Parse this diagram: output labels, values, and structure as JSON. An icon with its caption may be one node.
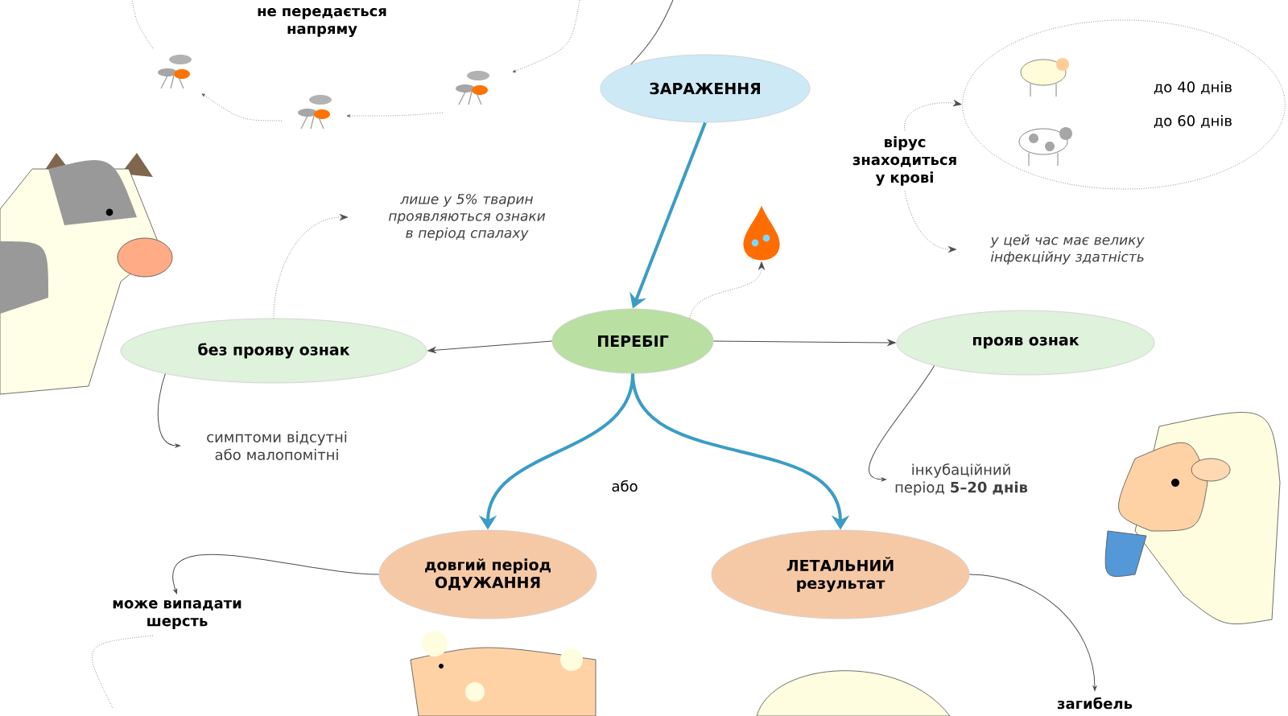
{
  "diagram": {
    "nodes": [
      {
        "text": [
          "ЗАРАЖЕННЯ"
        ]
      },
      {
        "text": [
          "ПЕРЕБІГ"
        ]
      },
      {
        "text": [
          "без прояву ознак"
        ]
      },
      {
        "text": [
          "прояв ознак"
        ]
      },
      {
        "text": [
          "довгий період ОДУЖАННЯ"
        ]
      },
      {
        "text": [
          "ЛЕТАЛЬНИЙ результат"
        ]
      },
      {
        "text": [
          "лише у 5% тварин проявляються ознаки в період спалаху"
        ]
      },
      {
        "text": [
          "симптоми відсутні або малопомітні"
        ]
      },
      {
        "text": [],
        "shape": "picture"
      },
      {
        "text": [
          "вірус знаходиться у крові"
        ]
      },
      {
        "text": [
          "до 40 днів",
          "до 60 днів"
        ]
      },
      {
        "text": [
          "у цей час має велику інфекційну здатність"
        ]
      },
      {
        "text": [
          "інкубаційний період **5–20 днів**"
        ]
      },
      {
        "text": [
          "може випадати шерсть"
        ]
      },
      {
        "text": [
          "загибель"
        ]
      }
    ],
    "edges": [
      {
        "from": null,
        "to": 0,
        "arrow": "none"
      },
      {
        "from": 0,
        "to": 1,
        "arrow": "to",
        "style": "thick",
        "color": "#3b9cc6"
      },
      {
        "from": 1,
        "to": 2,
        "arrow": "to"
      },
      {
        "from": 1,
        "to": 3,
        "arrow": "to"
      },
      {
        "from": 1,
        "to": 4,
        "arrow": "to",
        "style": "thick",
        "color": "#3b9cc6"
      },
      {
        "from": 1,
        "to": 5,
        "arrow": "to",
        "style": "thick",
        "color": "#3b9cc6"
      },
      {
        "from": 2,
        "to": 6,
        "arrow": "to",
        "style": "dashed"
      },
      {
        "from": 2,
        "to": 7,
        "arrow": "to"
      },
      {
        "from": 1,
        "to": 8,
        "arrow": "to",
        "style": "dashed"
      },
      {
        "from": 9,
        "to": 10,
        "arrow": "to",
        "style": "dashed"
      },
      {
        "from": 9,
        "to": 11,
        "arrow": "to",
        "style": "dashed"
      },
      {
        "from": 3,
        "to": 12,
        "arrow": "to"
      },
      {
        "from": 4,
        "to": 13,
        "arrow": "to"
      },
      {
        "from": 5,
        "to": 14,
        "arrow": "to"
      }
    ],
    "labels": [
      "не передається напряму",
      "або"
    ]
  }
}
